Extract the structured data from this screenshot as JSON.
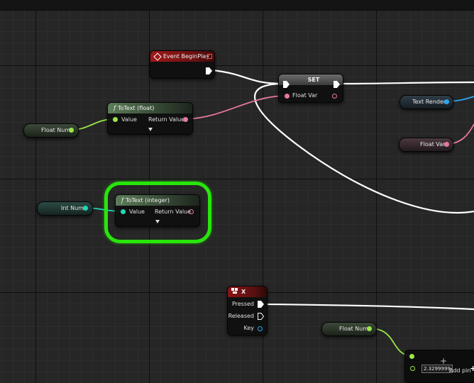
{
  "graph": {
    "event_begin_play": {
      "title": "Event BeginPlay"
    },
    "set_node": {
      "title": "SET",
      "input_label": "Float Var"
    },
    "to_text_float": {
      "fn_glyph": "f",
      "title": "ToText (float)",
      "input_label": "Value",
      "output_label": "Return Value"
    },
    "to_text_integer": {
      "fn_glyph": "f",
      "title": "ToText (integer)",
      "input_label": "Value",
      "output_label": "Return Value"
    },
    "float_num_var_1": {
      "label": "Float Num"
    },
    "int_num_var": {
      "label": "Int Num"
    },
    "text_render_var": {
      "label": "Text Render"
    },
    "float_var": {
      "label": "Float Var"
    },
    "x_key_event": {
      "title": "X",
      "pins": [
        "Pressed",
        "Released",
        "Key"
      ]
    },
    "float_num_var_2": {
      "label": "Float Num"
    },
    "add_node": {
      "value": "2.3299999",
      "add_pin_label": "Add pin",
      "add_pin_glyph": "+",
      "cursor_glyph": "+"
    }
  },
  "colors": {
    "exec": "#ffffff",
    "float_pin": "#9be64a",
    "int_pin": "#20d9b5",
    "text_pin": "#e678a0",
    "object_pin": "#2aa6f0",
    "highlight": "#28e50b"
  }
}
